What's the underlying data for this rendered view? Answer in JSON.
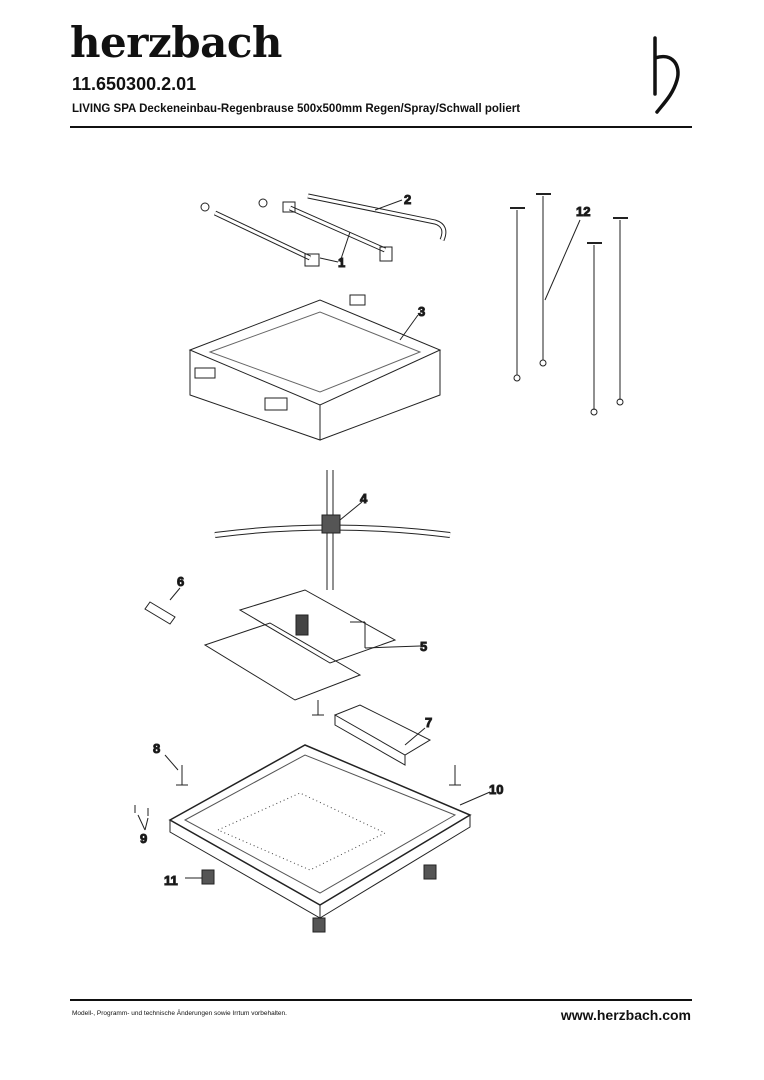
{
  "header": {
    "brand": "herzbach",
    "article_number": "11.650300.2.01",
    "description": "LIVING SPA Deckeneinbau-Regenbrause 500x500mm Regen/Spray/Schwall poliert",
    "logo_mark": "h"
  },
  "callouts": [
    "1",
    "2",
    "3",
    "4",
    "5",
    "6",
    "7",
    "8",
    "9",
    "10",
    "11",
    "12"
  ],
  "footer": {
    "disclaimer": "Modell-, Programm- und technische Änderungen sowie Irrtum vorbehalten.",
    "website": "www.herzbach.com"
  }
}
